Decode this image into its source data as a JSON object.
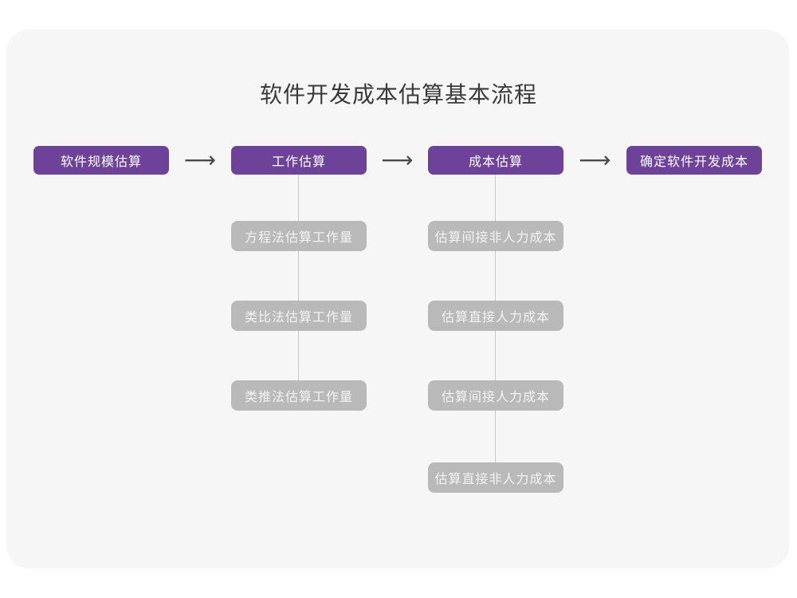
{
  "title": "软件开发成本估算基本流程",
  "colors": {
    "page_bg": "#ffffff",
    "card_bg": "#f6f6f7",
    "node_purple": "#6e4299",
    "node_purple_text": "#ffffff",
    "node_gray": "#b9b9b9",
    "node_gray_text": "#f3f3f3",
    "connector_line": "#c9c9c9",
    "arrow": "#4a4a4a",
    "title_text": "#3a3a3a"
  },
  "flow": {
    "arrow_glyph": "⟶",
    "main_nodes": [
      {
        "label": "软件规模估算"
      },
      {
        "label": "工作估算"
      },
      {
        "label": "成本估算"
      },
      {
        "label": "确定软件开发成本"
      }
    ],
    "work_sub_nodes": [
      {
        "label": "方程法估算工作量"
      },
      {
        "label": "类比法估算工作量"
      },
      {
        "label": "类推法估算工作量"
      }
    ],
    "cost_sub_nodes": [
      {
        "label": "估算间接非人力成本"
      },
      {
        "label": "估算直接人力成本"
      },
      {
        "label": "估算间接人力成本"
      },
      {
        "label": "估算直接非人力成本"
      }
    ]
  }
}
